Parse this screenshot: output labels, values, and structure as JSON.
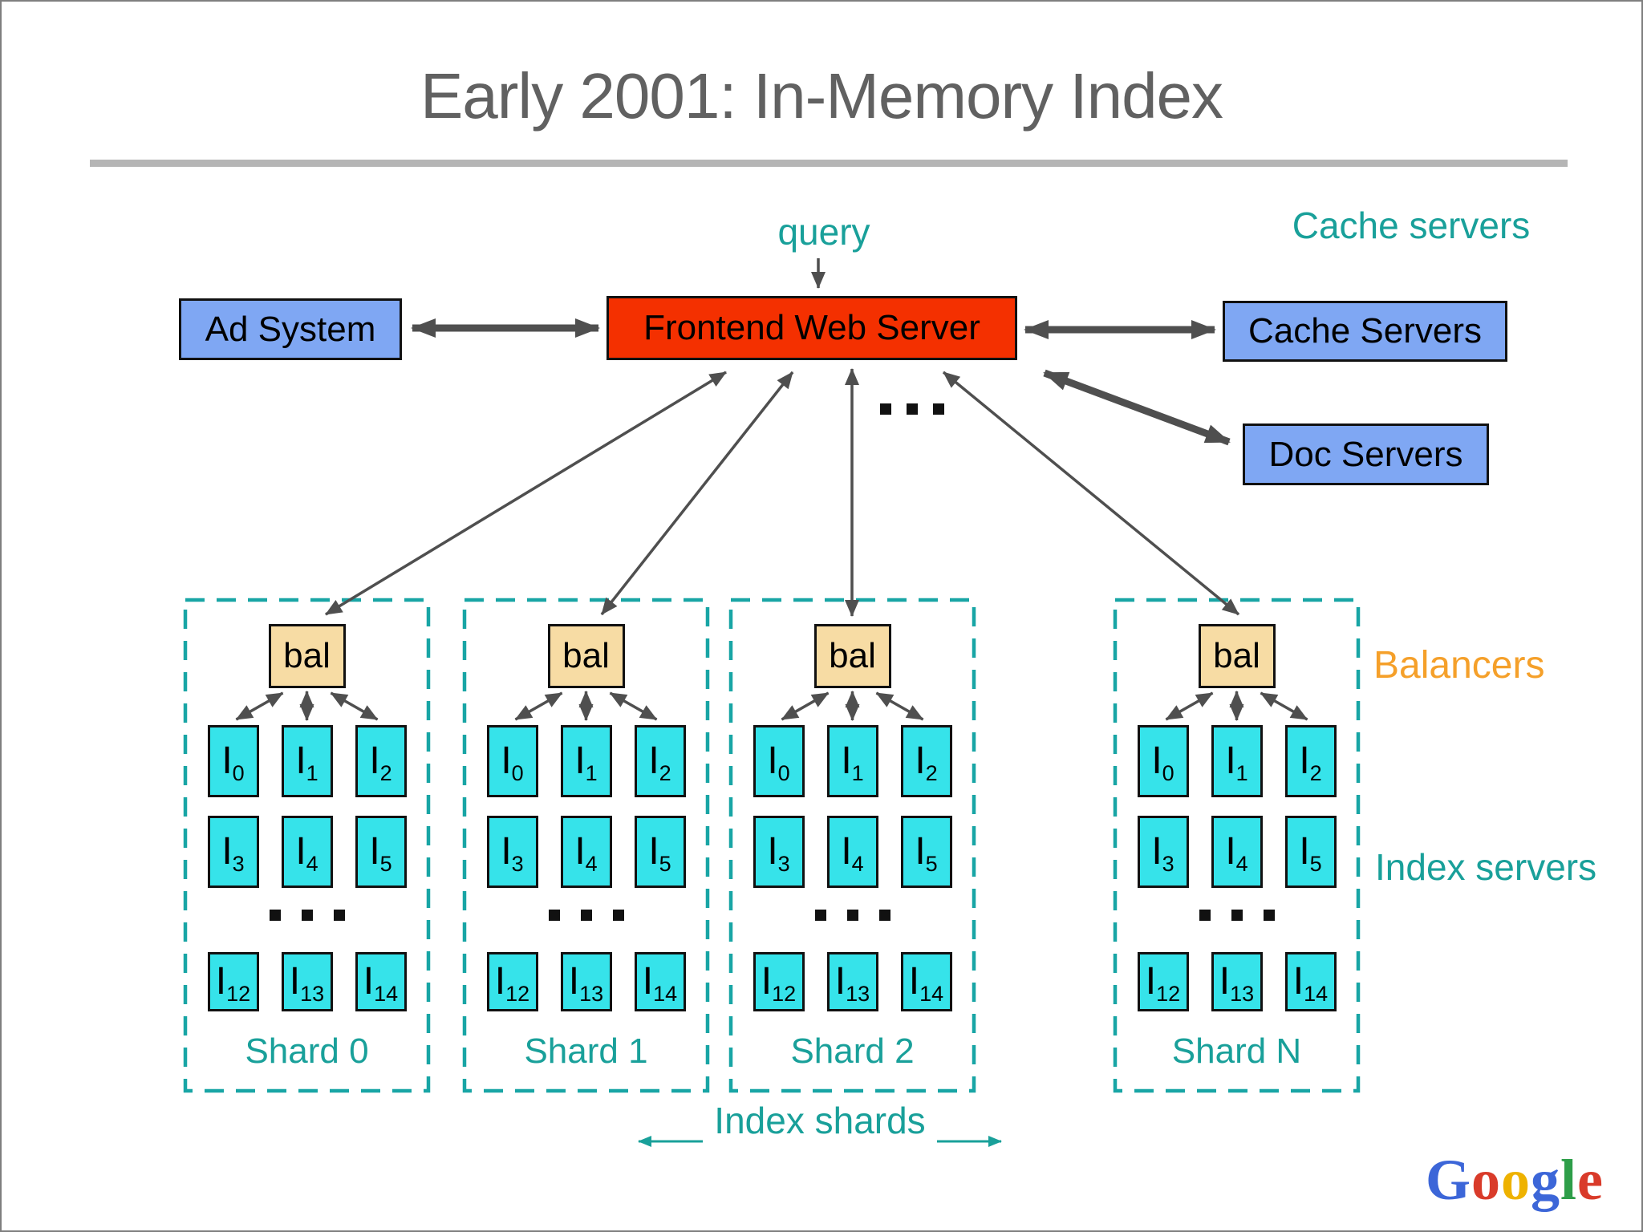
{
  "title": "Early 2001: In-Memory Index",
  "labels": {
    "query": "query",
    "cache_servers_caption": "Cache servers",
    "balancers": "Balancers",
    "index_servers": "Index servers",
    "index_shards": "Index shards"
  },
  "boxes": {
    "ad_system": "Ad System",
    "frontend_web_server": "Frontend Web Server",
    "cache_servers": "Cache Servers",
    "doc_servers": "Doc Servers"
  },
  "shards": [
    {
      "balancer": "bal",
      "label": "Shard 0",
      "servers": [
        {
          "base": "I",
          "sub": "0"
        },
        {
          "base": "I",
          "sub": "1"
        },
        {
          "base": "I",
          "sub": "2"
        },
        {
          "base": "I",
          "sub": "3"
        },
        {
          "base": "I",
          "sub": "4"
        },
        {
          "base": "I",
          "sub": "5"
        },
        {
          "base": "I",
          "sub": "12"
        },
        {
          "base": "I",
          "sub": "13"
        },
        {
          "base": "I",
          "sub": "14"
        }
      ]
    },
    {
      "balancer": "bal",
      "label": "Shard 1",
      "servers": [
        {
          "base": "I",
          "sub": "0"
        },
        {
          "base": "I",
          "sub": "1"
        },
        {
          "base": "I",
          "sub": "2"
        },
        {
          "base": "I",
          "sub": "3"
        },
        {
          "base": "I",
          "sub": "4"
        },
        {
          "base": "I",
          "sub": "5"
        },
        {
          "base": "I",
          "sub": "12"
        },
        {
          "base": "I",
          "sub": "13"
        },
        {
          "base": "I",
          "sub": "14"
        }
      ]
    },
    {
      "balancer": "bal",
      "label": "Shard 2",
      "servers": [
        {
          "base": "I",
          "sub": "0"
        },
        {
          "base": "I",
          "sub": "1"
        },
        {
          "base": "I",
          "sub": "2"
        },
        {
          "base": "I",
          "sub": "3"
        },
        {
          "base": "I",
          "sub": "4"
        },
        {
          "base": "I",
          "sub": "5"
        },
        {
          "base": "I",
          "sub": "12"
        },
        {
          "base": "I",
          "sub": "13"
        },
        {
          "base": "I",
          "sub": "14"
        }
      ]
    },
    {
      "balancer": "bal",
      "label": "Shard N",
      "servers": [
        {
          "base": "I",
          "sub": "0"
        },
        {
          "base": "I",
          "sub": "1"
        },
        {
          "base": "I",
          "sub": "2"
        },
        {
          "base": "I",
          "sub": "3"
        },
        {
          "base": "I",
          "sub": "4"
        },
        {
          "base": "I",
          "sub": "5"
        },
        {
          "base": "I",
          "sub": "12"
        },
        {
          "base": "I",
          "sub": "13"
        },
        {
          "base": "I",
          "sub": "14"
        }
      ]
    }
  ],
  "logo": {
    "text": "Google",
    "letters": [
      {
        "ch": "G",
        "color": "#3c66d8"
      },
      {
        "ch": "o",
        "color": "#d93b2a"
      },
      {
        "ch": "o",
        "color": "#eeb200"
      },
      {
        "ch": "g",
        "color": "#3c66d8"
      },
      {
        "ch": "l",
        "color": "#2e9e49"
      },
      {
        "ch": "e",
        "color": "#d93b2a"
      }
    ]
  },
  "colors": {
    "title_text": "#616161",
    "divider": "#b5b5b5",
    "teal_text": "#19a09a",
    "orange_text": "#f5a02a",
    "blue_box_fill": "#7fa7f3",
    "red_box_fill": "#f43000",
    "balancer_fill": "#f7dca4",
    "index_server_fill": "#36e3ea",
    "arrow": "#4f4f4f",
    "shard_border": "#18a5a5",
    "box_border": "#111111"
  }
}
